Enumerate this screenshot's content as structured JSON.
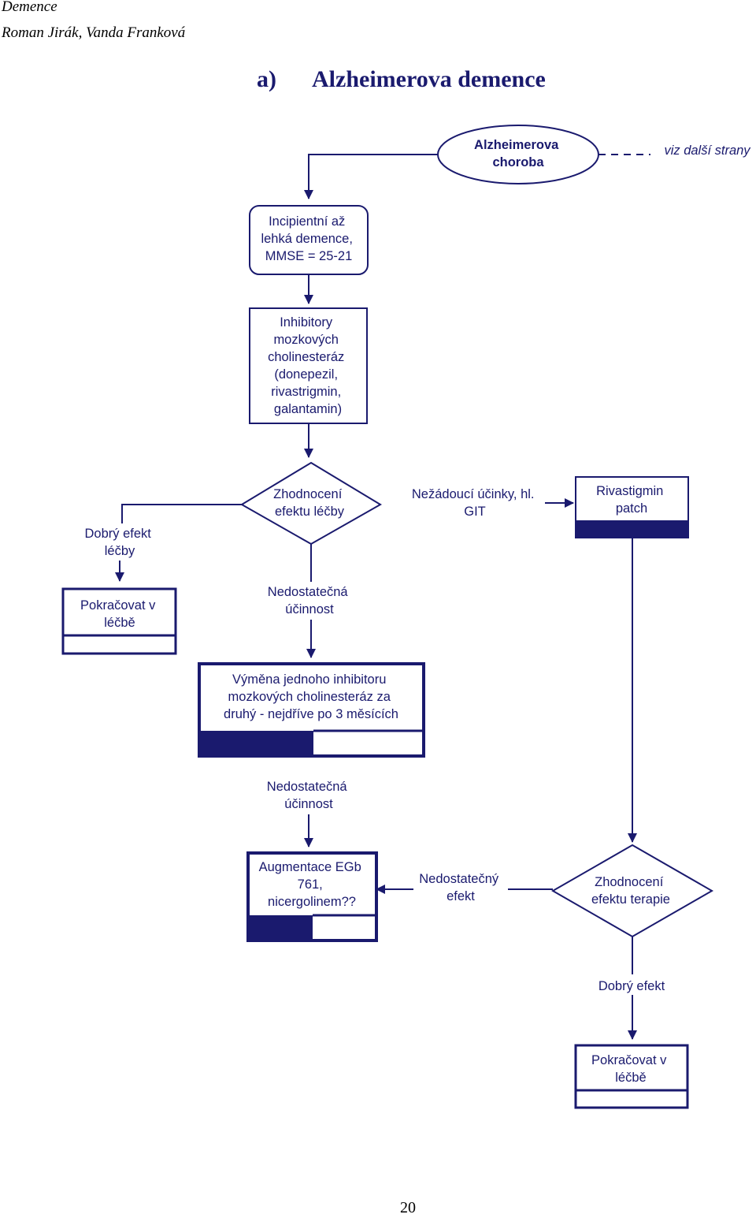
{
  "header": {
    "topic": "Demence",
    "authors": "Roman Jirák, Vanda Franková"
  },
  "title": {
    "prefix": "a)",
    "text": "Alzheimerova demence"
  },
  "page_number": "20",
  "colors": {
    "primary": "#1a1a6e"
  },
  "nodes": {
    "alzheimer": [
      "Alzheimerova",
      "choroba"
    ],
    "see_next": "viz další strany",
    "incipient": [
      "Incipientní až",
      "lehká demence,",
      "MMSE = 25-21"
    ],
    "inhibitors": [
      "Inhibitory",
      "mozkových",
      "cholinesteráz",
      "(donepezil,",
      "rivastrigmin,",
      "galantamin)"
    ],
    "evaluation1": [
      "Zhodnocení",
      "efektu léčby"
    ],
    "adverse": [
      "Nežádoucí účinky, hl.",
      "GIT"
    ],
    "rivastigmin": [
      "Rivastigmin",
      "patch"
    ],
    "good_effect1": [
      "Dobrý efekt",
      "léčby"
    ],
    "continue1": [
      "Pokračovat v",
      "léčbě"
    ],
    "insufficient1": [
      "Nedostatečná",
      "účinnost"
    ],
    "switch": [
      "Výměna jednoho  inhibitoru",
      "mozkových cholinesteráz za",
      "druhý - nejdříve po 3 měsících"
    ],
    "insufficient2": [
      "Nedostatečná",
      "účinnost"
    ],
    "augmentation": [
      "Augmentace EGb",
      "761,",
      "nicergolinem??"
    ],
    "insufficient3": [
      "Nedostatečný",
      "efekt"
    ],
    "evaluation2": [
      "Zhodnocení",
      "efektu terapie"
    ],
    "good_effect2": "Dobrý efekt",
    "continue2": [
      "Pokračovat v",
      "léčbě"
    ]
  }
}
